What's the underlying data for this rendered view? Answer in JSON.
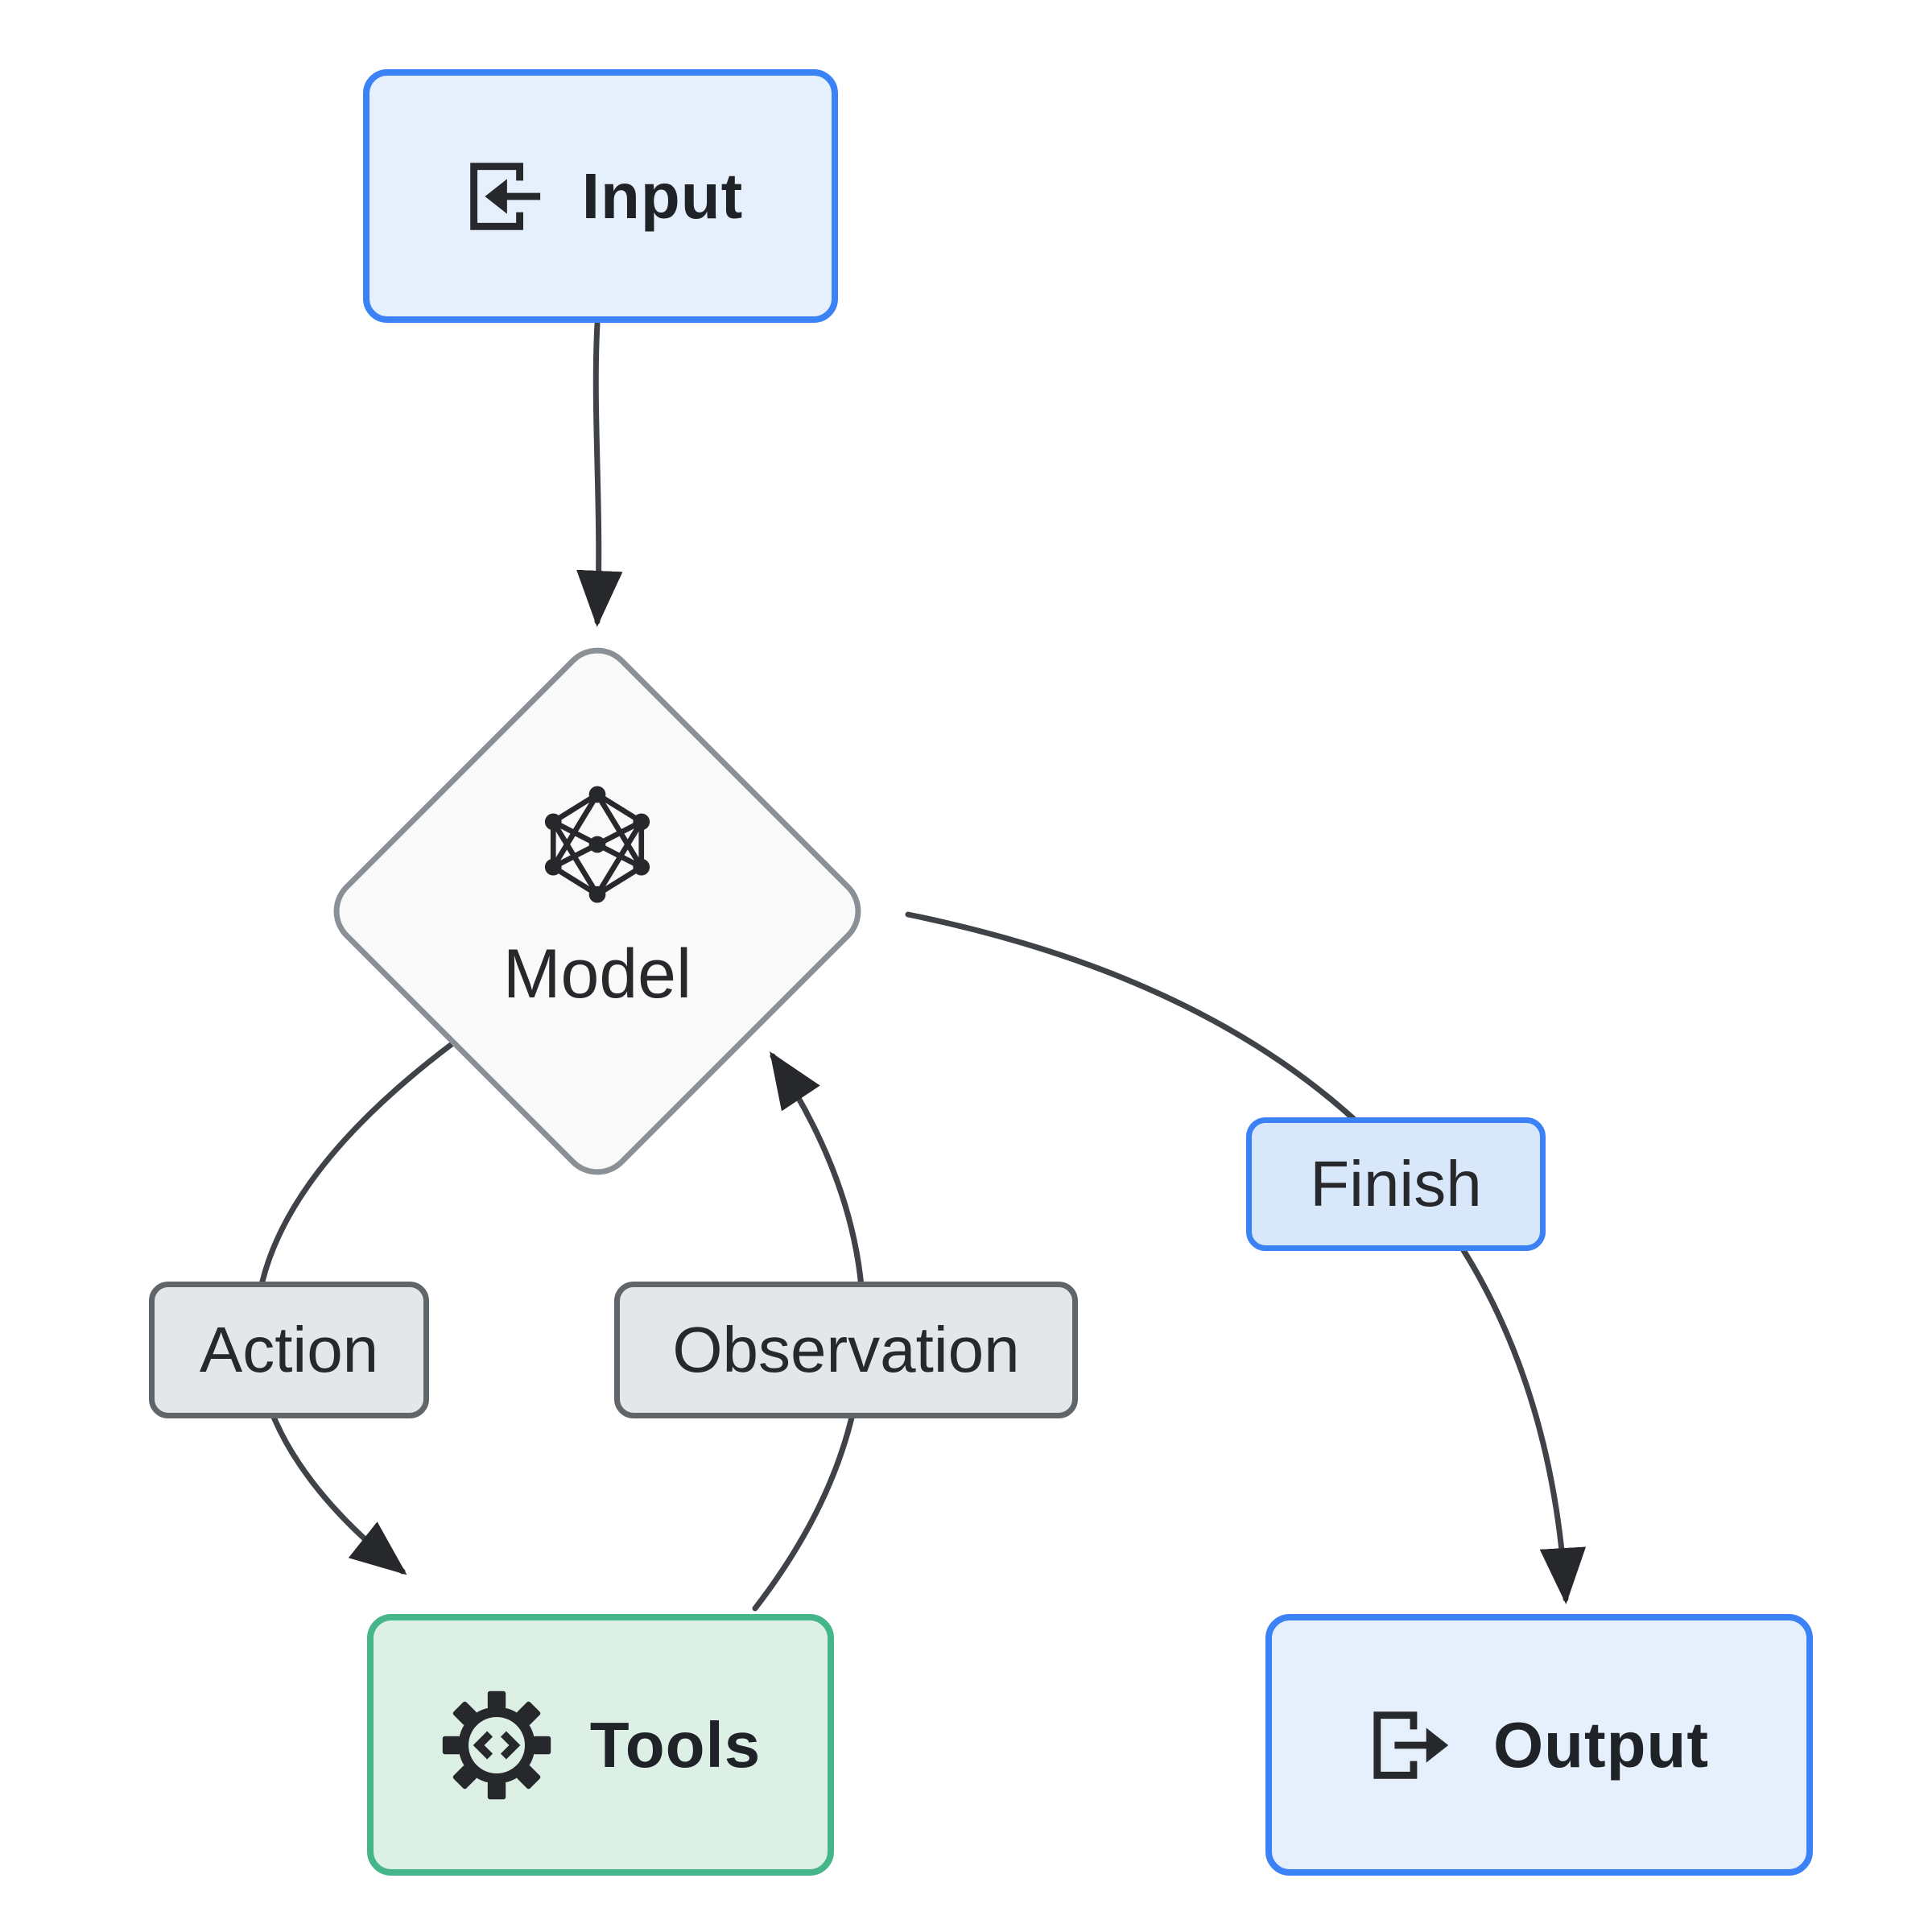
{
  "diagram": {
    "type": "flowchart",
    "nodes": {
      "input": {
        "label": "Input",
        "icon": "input-import-icon",
        "shape": "rounded-rect",
        "color": "blue"
      },
      "model": {
        "label": "Model",
        "icon": "neural-network-icon",
        "shape": "diamond",
        "color": "gray"
      },
      "tools": {
        "label": "Tools",
        "icon": "tools-gear-icon",
        "shape": "rounded-rect",
        "color": "green"
      },
      "output": {
        "label": "Output",
        "icon": "output-export-icon",
        "shape": "rounded-rect",
        "color": "blue"
      }
    },
    "edge_labels": {
      "action": "Action",
      "observation": "Observation",
      "finish": "Finish"
    },
    "edges": [
      {
        "from": "Input",
        "to": "Model",
        "label": ""
      },
      {
        "from": "Model",
        "to": "Tools",
        "label": "Action"
      },
      {
        "from": "Tools",
        "to": "Model",
        "label": "Observation"
      },
      {
        "from": "Model",
        "to": "Output",
        "label": "Finish"
      }
    ],
    "colors": {
      "blue-border": "#3b82f6",
      "blue-fill": "#e6f0fc",
      "finish-fill": "#d8e8fa",
      "green-border": "#45b58a",
      "green-fill": "#ddf0e6",
      "diamond-border": "#8a9095",
      "diamond-fill": "#f9f9f9",
      "gray-label-fill": "#e3e7e8",
      "gray-label-border": "#5f6569",
      "edge-color": "#3f4347",
      "arrow-color": "#26282b",
      "text-dark": "#1f2227",
      "canvas-bg": "#ffffff"
    }
  }
}
